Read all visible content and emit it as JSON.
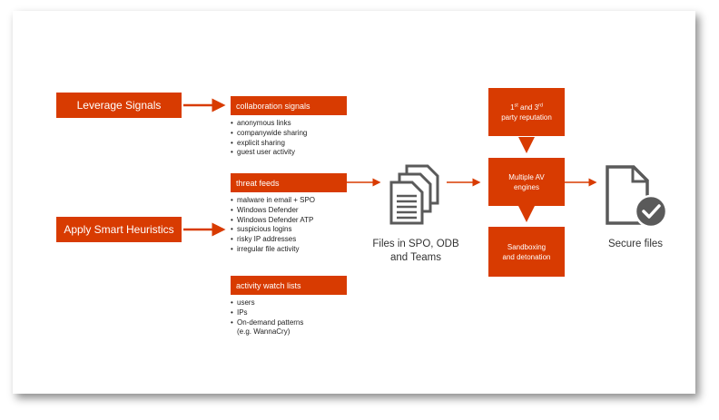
{
  "left": {
    "leverage": "Leverage Signals",
    "heuristics": "Apply Smart Heuristics"
  },
  "groups": {
    "collaboration": {
      "header": "collaboration signals",
      "items": [
        "anonymous links",
        "companywide sharing",
        "explicit sharing",
        "guest user activity"
      ]
    },
    "threat": {
      "header": "threat feeds",
      "items": [
        "malware in email + SPO",
        "Windows Defender",
        "Windows Defender ATP",
        "suspicious logins",
        "risky IP addresses",
        "irregular file activity"
      ]
    },
    "watch": {
      "header": "activity watch lists",
      "items": [
        "users",
        "IPs",
        "On-demand patterns",
        "(e.g. WannaCry)"
      ]
    }
  },
  "files": {
    "line1": "Files in SPO, ODB",
    "line2": "and Teams"
  },
  "right": {
    "reputation": {
      "num1": "1",
      "sup1": "st",
      "and": " and 3",
      "sup2": "rd",
      "line2": "party reputation"
    },
    "av": {
      "line1": "Multiple AV",
      "line2": "engines"
    },
    "sandbox": {
      "line1": "Sandboxing",
      "line2": "and detonation"
    }
  },
  "secure": "Secure files",
  "colors": {
    "accent": "#d83b01",
    "icon": "#5a5a5a"
  },
  "icons": [
    "documents-icon",
    "secure-file-icon",
    "checkmark-icon"
  ]
}
